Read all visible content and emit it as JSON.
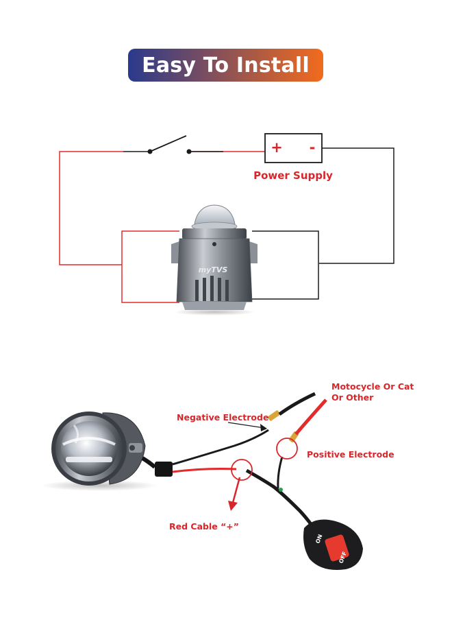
{
  "title": "Easy To Install",
  "colors": {
    "banner_start": "#2a3a8c",
    "banner_end": "#f26b1d",
    "wire_red": "#e32b2b",
    "wire_black": "#1a1a1a",
    "label_red": "#d8262a"
  },
  "circuit": {
    "plus": "+",
    "minus": "-",
    "power_supply_label": "Power Supply",
    "lamp_brand": "myTVS"
  },
  "wiring": {
    "destination_label_line1": "Motocycle Or Cat",
    "destination_label_line2": "Or Other",
    "negative_label": "Negative Electrode",
    "positive_label": "Positive Electrode",
    "red_cable_label": "Red Cable “+”",
    "switch_on": "ON",
    "switch_off": "OFF"
  }
}
